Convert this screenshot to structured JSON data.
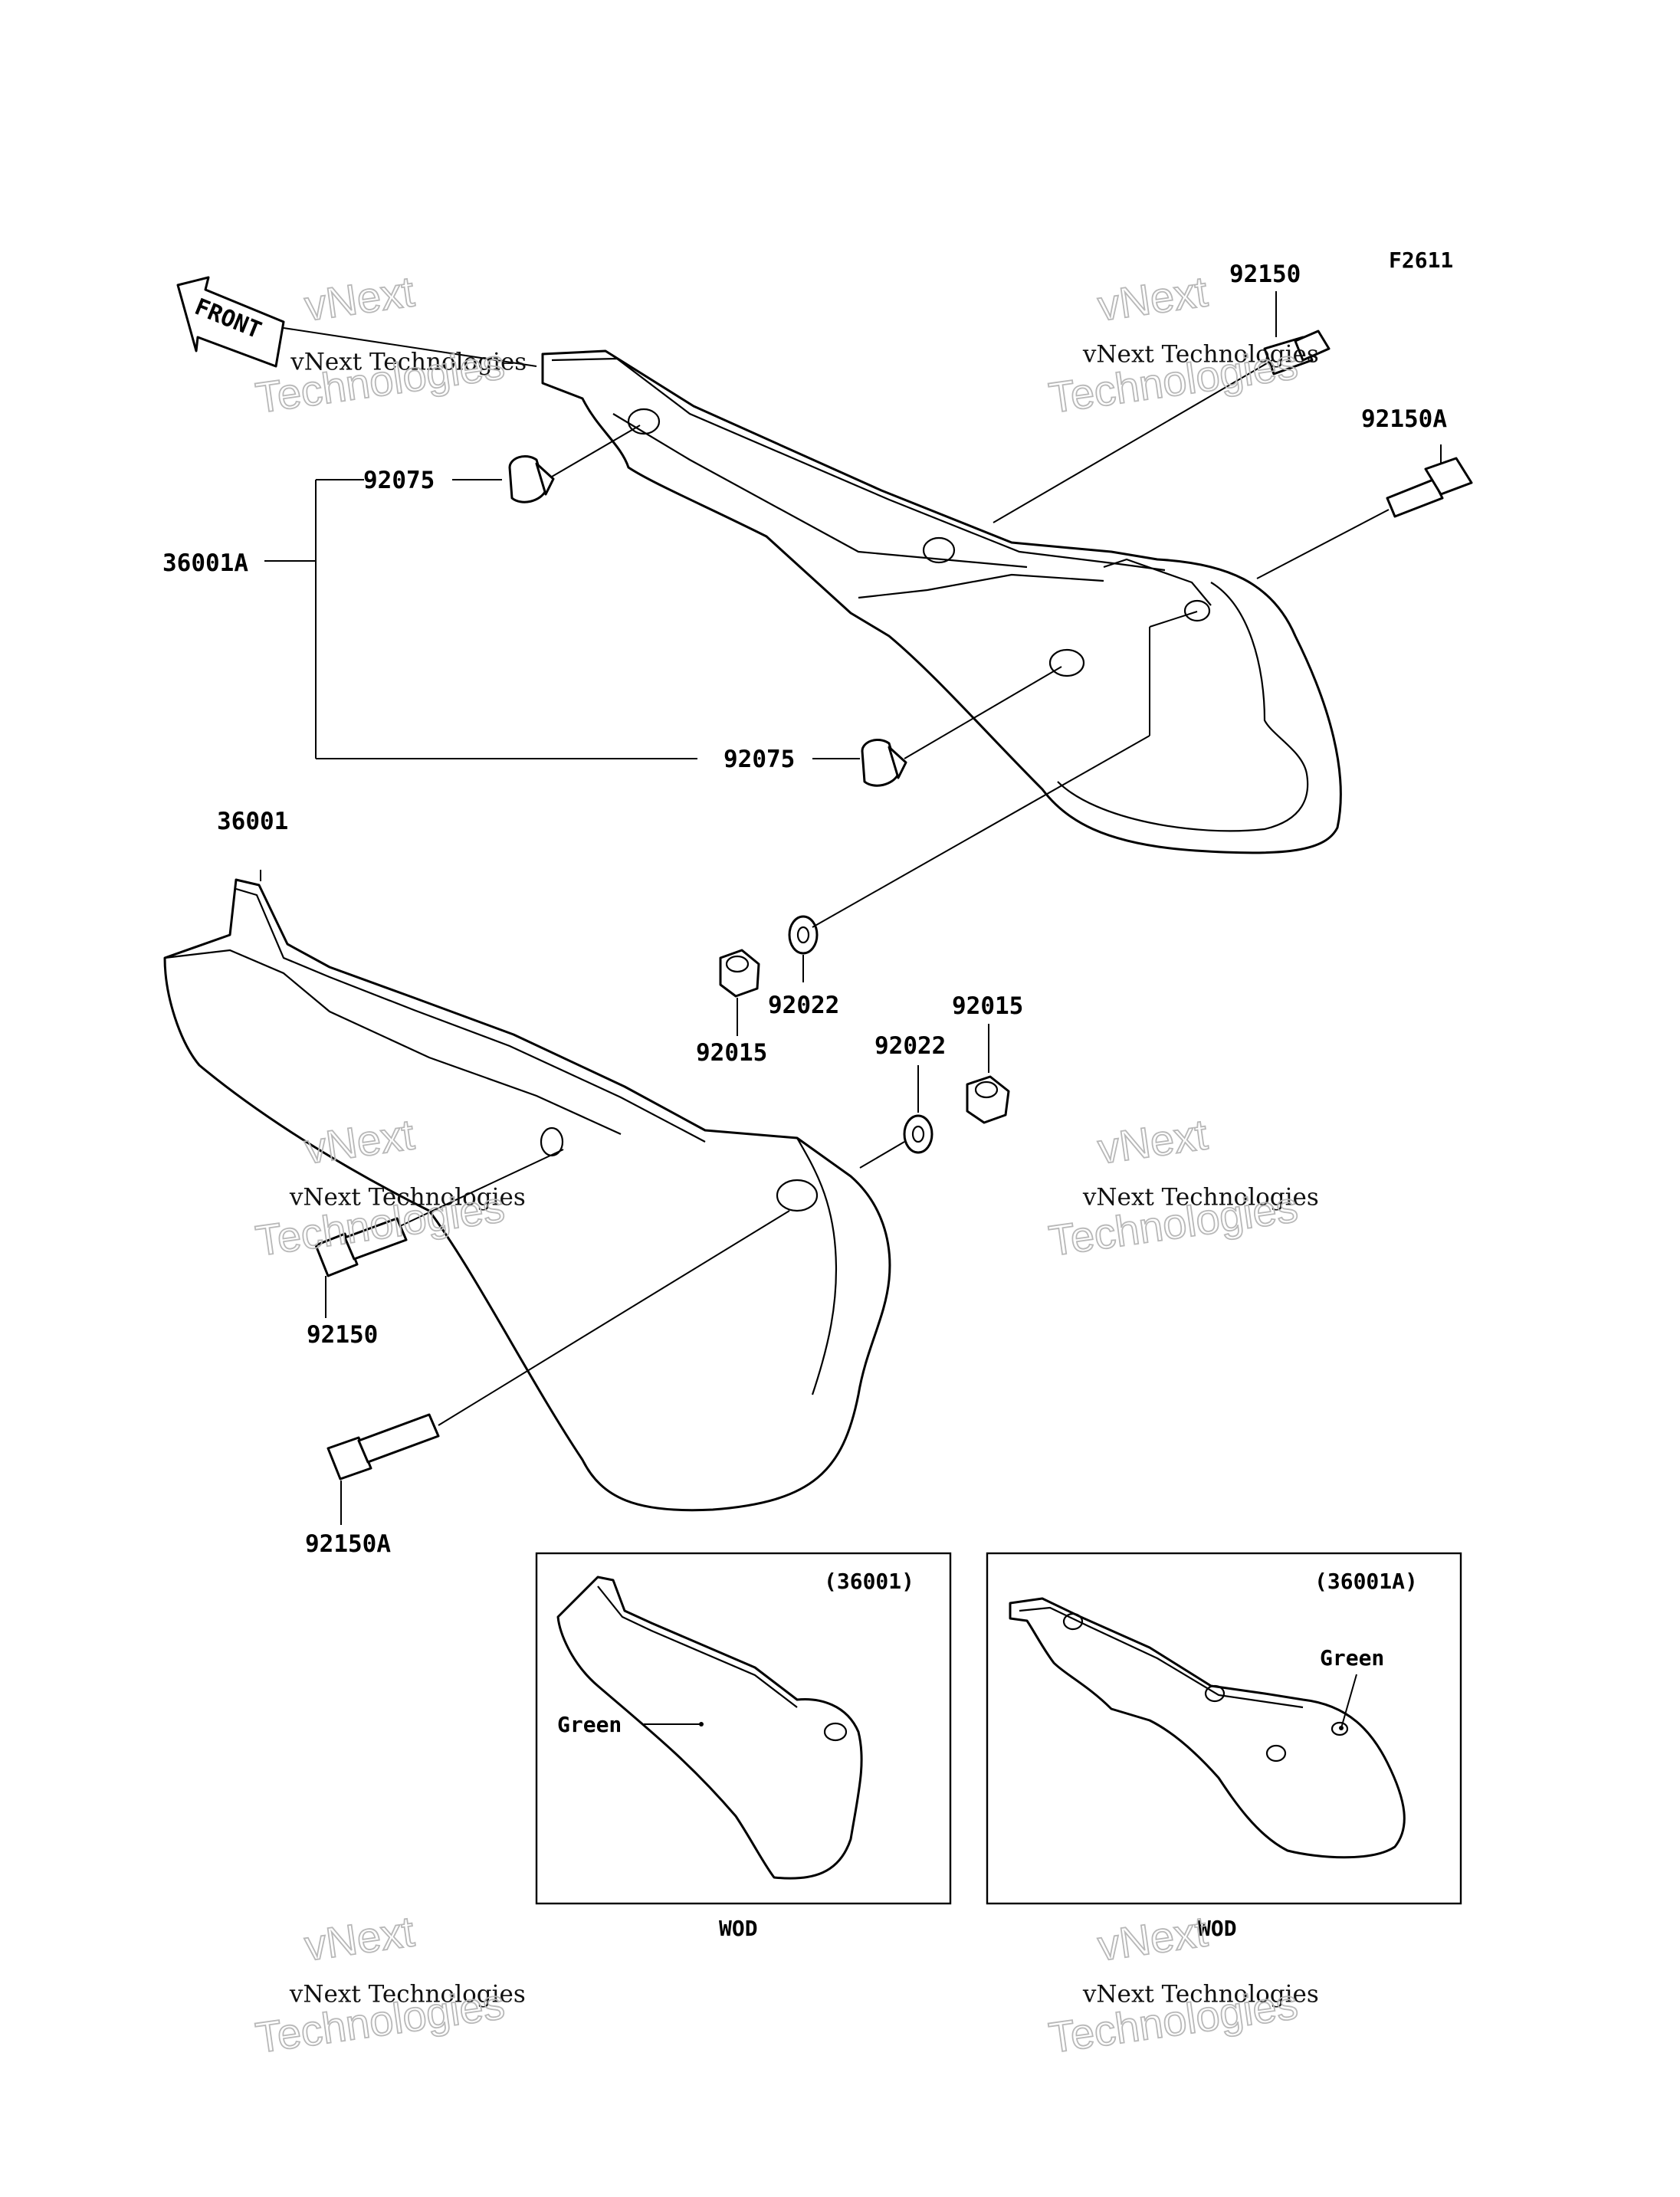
{
  "figure_code": "F2611",
  "front_label": "FRONT",
  "watermark": {
    "line1": "vNext Technologies",
    "line2": "vNext",
    "line3": "Technologies"
  },
  "parts": {
    "cover_left": "36001",
    "cover_right": "36001A",
    "bolt": "92150",
    "bolt_long": "92150A",
    "grommet": "92075",
    "washer": "92022",
    "nut": "92015"
  },
  "inset_left": {
    "part": "(36001)",
    "color_note": "Green",
    "caption": "WOD"
  },
  "inset_right": {
    "part": "(36001A)",
    "color_note": "Green",
    "caption": "WOD"
  }
}
